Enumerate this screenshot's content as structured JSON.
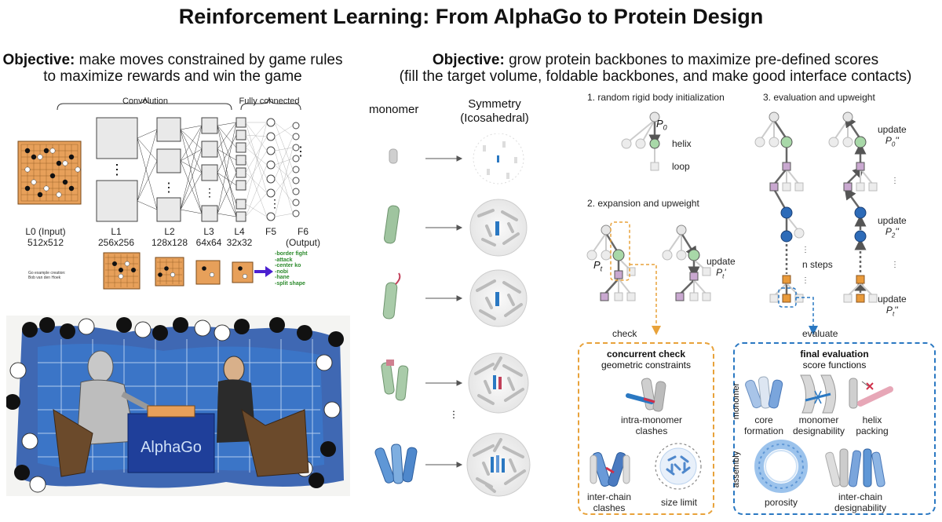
{
  "title": "Reinforcement Learning: From AlphaGo to Protein Design",
  "left": {
    "objective_label": "Objective:",
    "objective_line1": "make moves constrained by game rules",
    "objective_line2": "to maximize rewards and win the game",
    "convolution_label": "Convolution",
    "fully_connected_label": "Fully connected",
    "layers": [
      {
        "name": "L0 (Input)",
        "size": "512x512"
      },
      {
        "name": "L1",
        "size": "256x256"
      },
      {
        "name": "L2",
        "size": "128x128"
      },
      {
        "name": "L3",
        "size": "64x64"
      },
      {
        "name": "L4",
        "size": "32x32"
      },
      {
        "name": "F5",
        "size": ""
      },
      {
        "name": "F6",
        "size": "(Output)"
      }
    ],
    "credit_line1": "Go example creation:",
    "credit_line2": "Bob van den Hoek",
    "move_types": [
      "-border fight",
      "-attack",
      "-center ko",
      "-nobi",
      "-hane",
      "-split shape"
    ],
    "alphago_label": "AlphaGo"
  },
  "right": {
    "objective_label": "Objective:",
    "objective_line1": "grow protein backbones to maximize pre-defined scores",
    "objective_line2": "(fill the target volume, foldable backbones, and make good interface contacts)",
    "monomer_label": "monomer",
    "symmetry_line1": "Symmetry",
    "symmetry_line2": "(Icosahedral)",
    "step1": "1. random rigid body initialization",
    "step2": "2. expansion and upweight",
    "step3": "3. evaluation and upweight",
    "p0": "P",
    "p0_sub": "0",
    "helix": "helix",
    "loop": "loop",
    "pt": "P",
    "pt_sub": "t",
    "update": "update",
    "update_pt": "P",
    "update_pt_sub": "t",
    "update_pt_sup": "'",
    "update_p0_sub": "0",
    "update_p2_sub": "2",
    "double_prime": "''",
    "n_steps": "n steps",
    "check": "check",
    "evaluate": "evaluate",
    "concurrent_title": "concurrent check",
    "concurrent_sub": "geometric constraints",
    "intra_clash_1": "intra-monomer",
    "intra_clash_2": "clashes",
    "inter_clash_1": "inter-chain",
    "inter_clash_2": "clashes",
    "size_limit": "size limit",
    "final_title": "final evaluation",
    "final_sub": "score functions",
    "monomer_side": "monomer",
    "assembly_side": "assembly",
    "core_1": "core",
    "core_2": "formation",
    "designability_1": "monomer",
    "designability_2": "designability",
    "helix_packing_1": "helix",
    "helix_packing_2": "packing",
    "porosity": "porosity",
    "interchain_1": "inter-chain",
    "interchain_2": "designability"
  },
  "colors": {
    "orange": "#e8a23a",
    "blue": "#2a78c2",
    "green_node": "#a8d8a8",
    "purple_node": "#c9a8d0",
    "blue_node": "#2d6bb8",
    "orange_node": "#e99a3a",
    "go_board": "#e7a05a"
  }
}
